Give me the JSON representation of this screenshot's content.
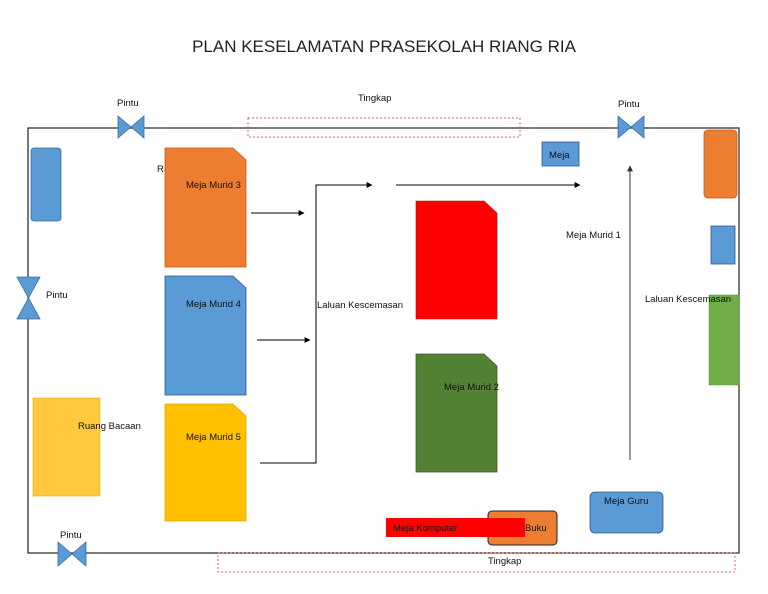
{
  "title": "PLAN KESELAMATAN PRASEKOLAH RIANG RIA",
  "labels": {
    "door_top_left": "Pintu",
    "door_top_right": "Pintu",
    "door_left": "Pintu",
    "door_bottom": "Pintu",
    "window_top": "Tingkap",
    "window_bottom": "Tingkap",
    "rak_fail": "Rak Fail",
    "meja_murid_3": "Meja Murid 3",
    "meja_murid_4": "Meja Murid 4",
    "meja_murid_5": "Meja Murid 5",
    "meja_murid_1": "Meja Murid 1",
    "meja_murid_2": "Meja Murid 2",
    "meja": "Meja",
    "ruang_bacaan": "Ruang Bacaan",
    "laluan_kecemasan_1": "Laluan Kescemasan",
    "laluan_kecemasan_2": "Laluan Kescemasan",
    "meja_guru": "Meja Guru",
    "meja_komputer": "Meja Komputer",
    "buku": "Buku"
  },
  "colors": {
    "blue": "#5b9bd5",
    "orange": "#ed7d31",
    "red": "#ff0000",
    "green": "#548235",
    "yellow": "#ffc000",
    "light_green": "#70ad47",
    "reading": "#ffc83d",
    "window_dash": "#e06060"
  }
}
